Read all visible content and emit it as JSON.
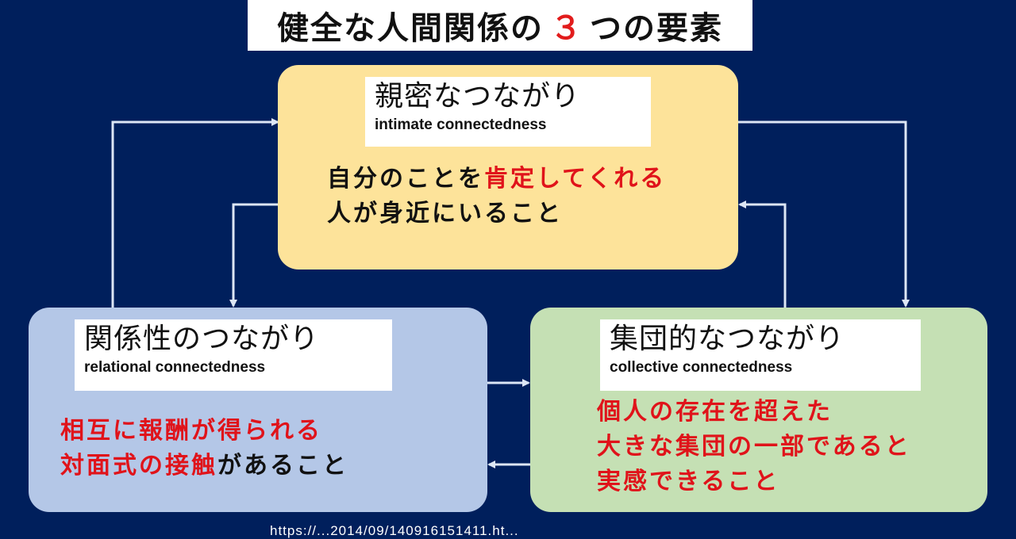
{
  "title": {
    "before": "健全な人間関係の",
    "number": "３",
    "after": "つの要素"
  },
  "colors": {
    "background": "#001f5c",
    "intimate_box": "#fde39a",
    "relational_box": "#b4c7e7",
    "collective_box": "#c5e0b4",
    "emphasis_red": "#e0131a",
    "arrow": "#dde6f5"
  },
  "nodes": {
    "intimate": {
      "title_jp": "親密なつながり",
      "title_en": "intimate connectedness",
      "desc_line1_black": "自分のことを",
      "desc_line1_red": "肯定してくれる",
      "desc_line2_black": "人が身近にいること"
    },
    "relational": {
      "title_jp": "関係性のつながり",
      "title_en": "relational connectedness",
      "desc_line1_red": "相互に報酬が得られる",
      "desc_line2_red": "対面式の接触",
      "desc_line2_black": "があること"
    },
    "collective": {
      "title_jp": "集団的なつながり",
      "title_en": "collective connectedness",
      "desc_line1_red": "個人の存在を超えた",
      "desc_line2_red": "大きな集団の一部であると",
      "desc_line3_red": "実感できること"
    }
  },
  "connectors": [
    {
      "from": "relational",
      "to": "intimate",
      "label": "arrow-relational-to-intimate"
    },
    {
      "from": "intimate",
      "to": "relational",
      "label": "arrow-intimate-to-relational"
    },
    {
      "from": "intimate",
      "to": "collective",
      "label": "arrow-intimate-to-collective"
    },
    {
      "from": "collective",
      "to": "intimate",
      "label": "arrow-collective-to-intimate"
    },
    {
      "from": "relational",
      "to": "collective",
      "label": "arrow-relational-to-collective"
    },
    {
      "from": "collective",
      "to": "relational",
      "label": "arrow-collective-to-relational"
    }
  ],
  "footer": {
    "source_url": "https://...2014/09/140916151411.ht..."
  }
}
